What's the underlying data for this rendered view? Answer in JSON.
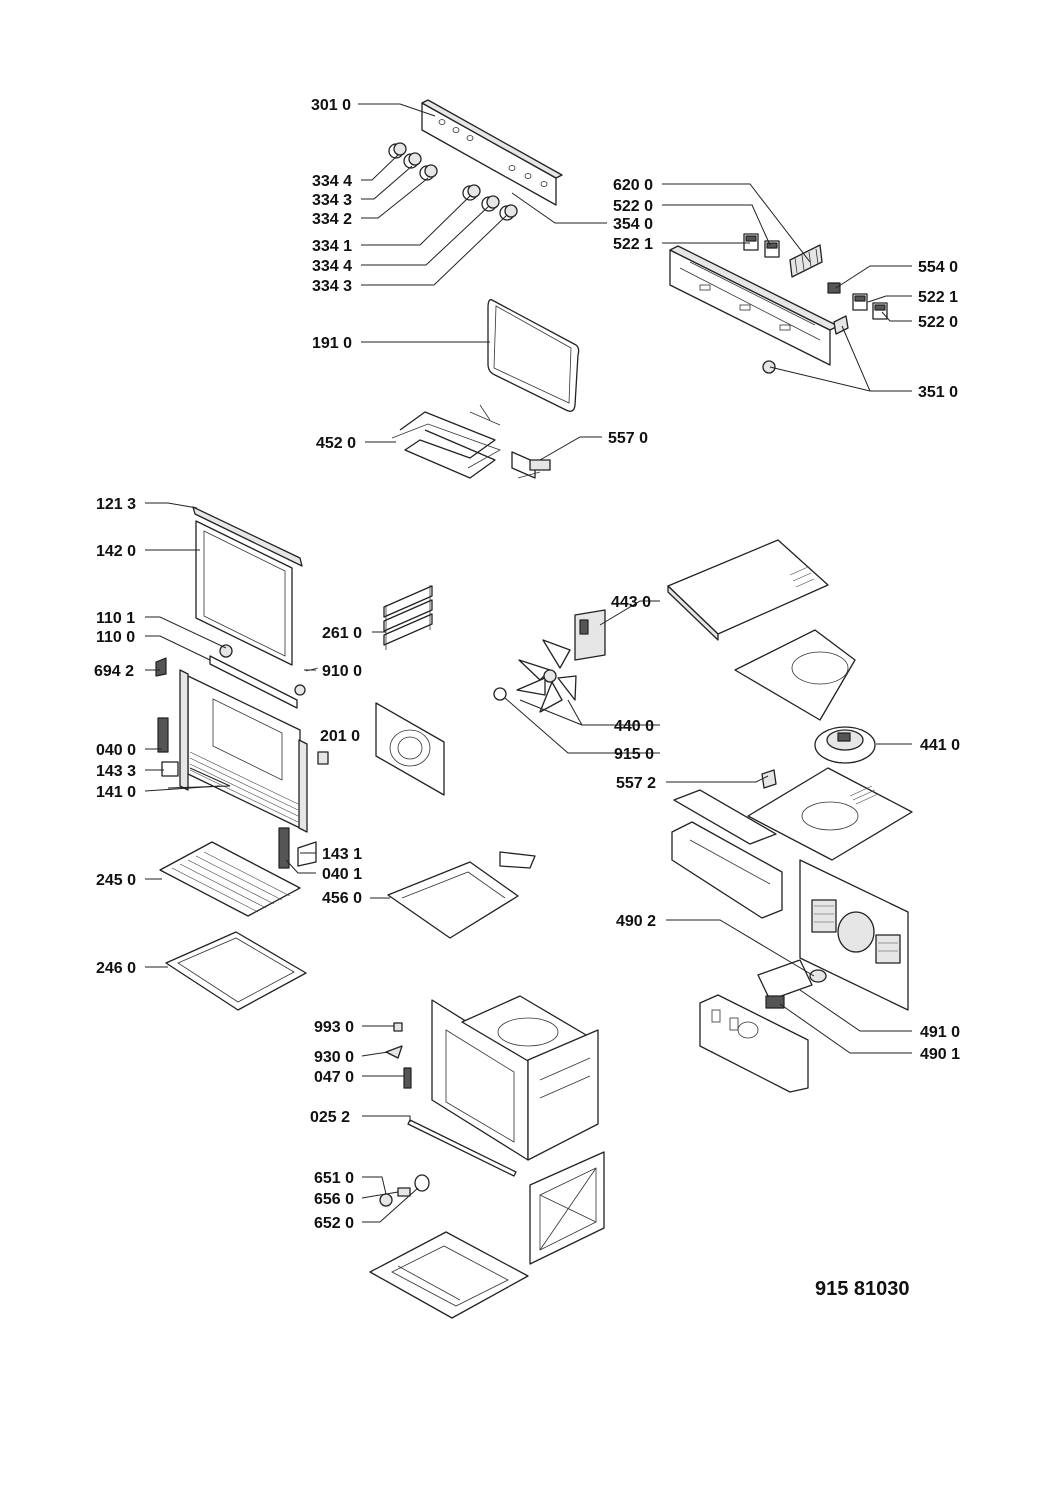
{
  "document_number": "915 81030",
  "part_labels": {
    "p301_0": "301 0",
    "p334_4a": "334 4",
    "p334_3a": "334 3",
    "p334_2": "334 2",
    "p334_1": "334 1",
    "p334_4b": "334 4",
    "p334_3b": "334 3",
    "p354_0": "354 0",
    "p620_0": "620 0",
    "p522_0a": "522 0",
    "p522_1a": "522 1",
    "p554_0": "554 0",
    "p522_1b": "522 1",
    "p522_0b": "522 0",
    "p351_0": "351 0",
    "p191_0": "191 0",
    "p452_0": "452 0",
    "p557_0": "557 0",
    "p121_3": "121 3",
    "p142_0": "142 0",
    "p110_1": "110 1",
    "p110_0": "110 0",
    "p694_2": "694 2",
    "p261_0": "261 0",
    "p910_0": "910 0",
    "p040_0": "040 0",
    "p143_3": "143 3",
    "p141_0": "141 0",
    "p201_0": "201 0",
    "p143_1": "143 1",
    "p040_1": "040 1",
    "p245_0": "245 0",
    "p456_0": "456 0",
    "p246_0": "246 0",
    "p443_0": "443 0",
    "p440_0": "440 0",
    "p915_0": "915 0",
    "p441_0": "441 0",
    "p557_2": "557 2",
    "p490_2": "490 2",
    "p491_0": "491 0",
    "p490_1": "490 1",
    "p993_0": "993 0",
    "p930_0": "930 0",
    "p047_0": "047 0",
    "p025_2": "025 2",
    "p651_0": "651 0",
    "p656_0": "656 0",
    "p652_0": "652 0"
  }
}
